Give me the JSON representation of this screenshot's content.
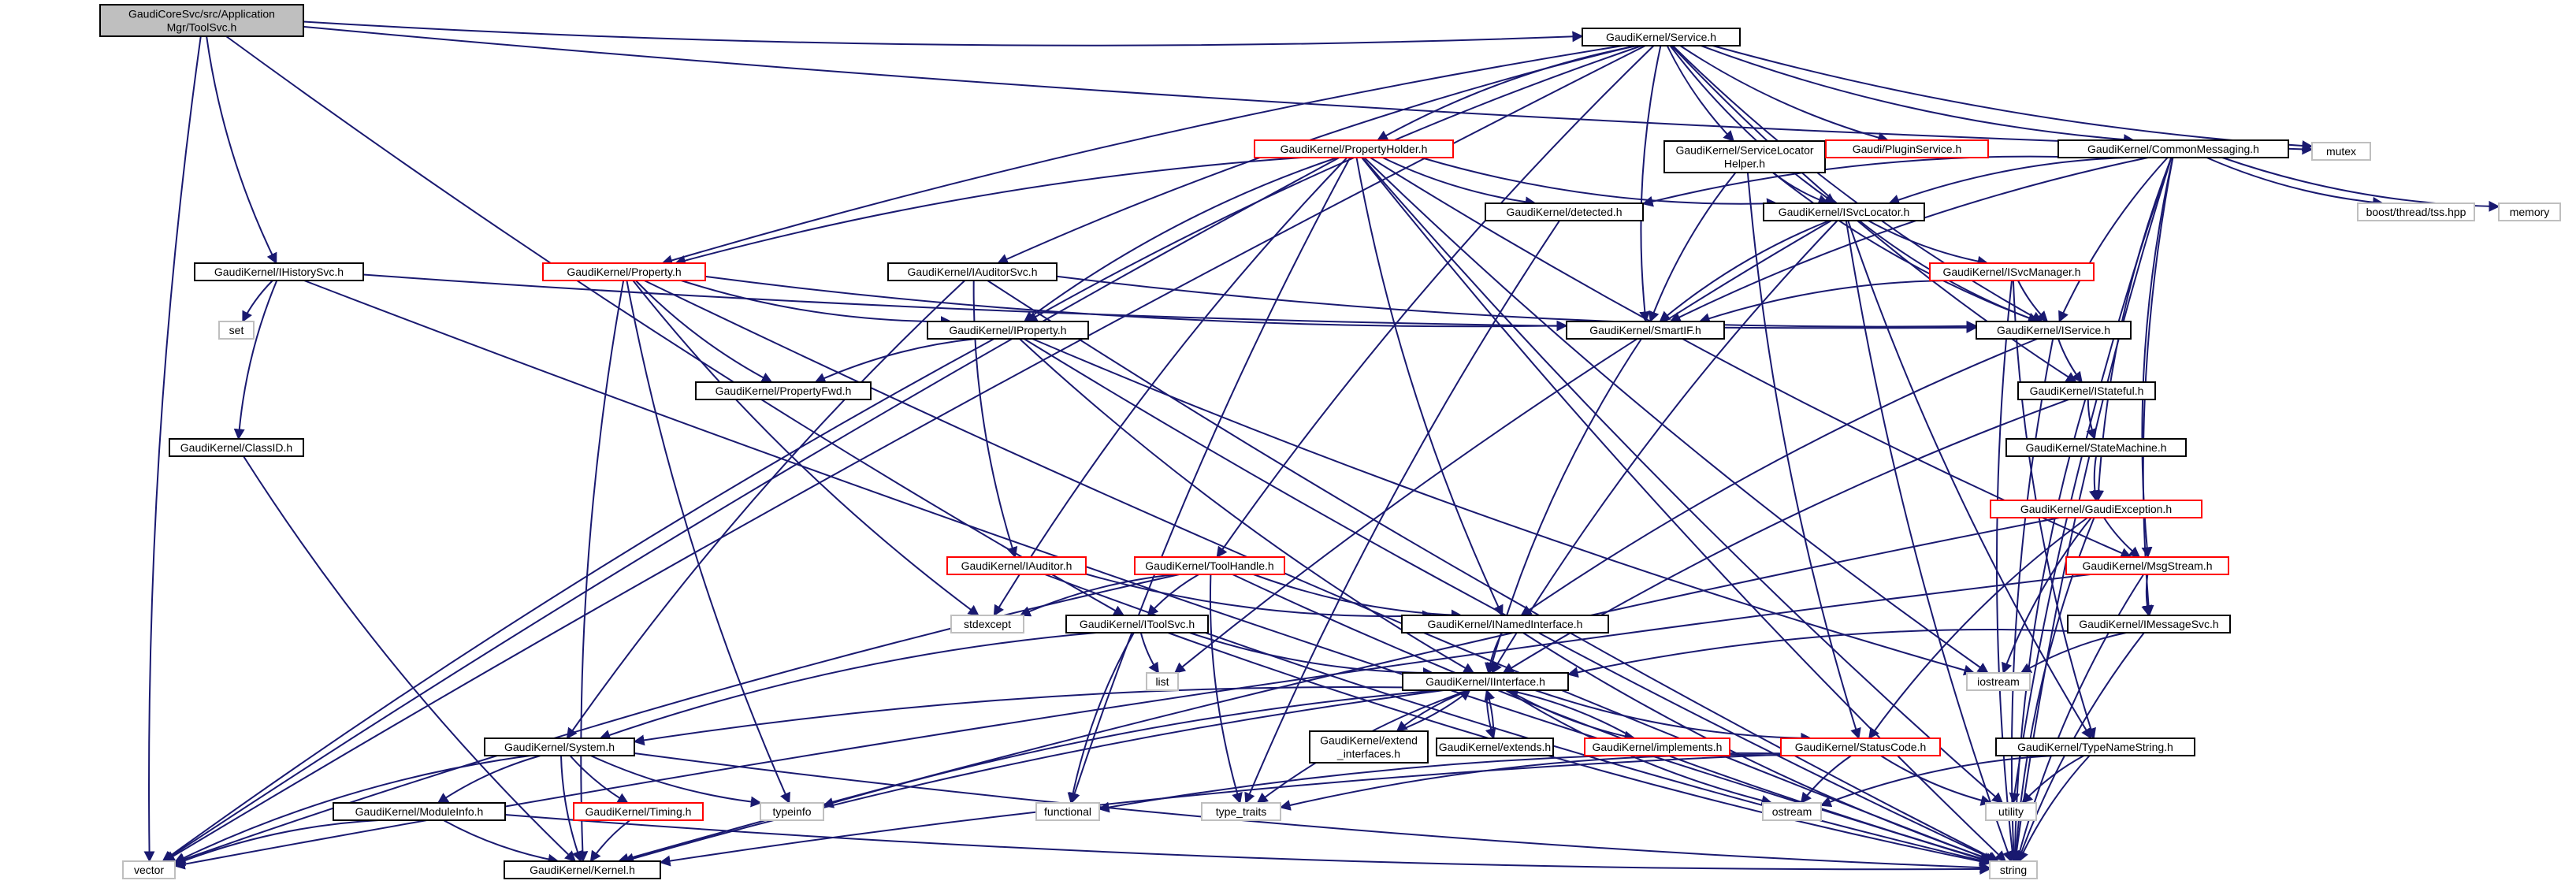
{
  "colors": {
    "edge": "#191970",
    "node_border": "#000000",
    "node_fill": "#ffffff",
    "root_fill": "#bfbfbf",
    "truncated_border": "#ff0000",
    "external_border": "#bfbfbf",
    "text": "#000000"
  },
  "nodes": [
    {
      "id": "root",
      "lines": [
        "GaudiCoreSvc/src/Application",
        "Mgr/ToolSvc.h"
      ],
      "kind": "root"
    },
    {
      "id": "service",
      "lines": [
        "GaudiKernel/Service.h"
      ],
      "kind": "normal"
    },
    {
      "id": "mutex",
      "lines": [
        "mutex"
      ],
      "kind": "external"
    },
    {
      "id": "propholder",
      "lines": [
        "GaudiKernel/PropertyHolder.h"
      ],
      "kind": "truncated"
    },
    {
      "id": "servloc",
      "lines": [
        "GaudiKernel/ServiceLocator",
        "Helper.h"
      ],
      "kind": "normal"
    },
    {
      "id": "pluginsvc",
      "lines": [
        "Gaudi/PluginService.h"
      ],
      "kind": "truncated"
    },
    {
      "id": "commonmsg",
      "lines": [
        "GaudiKernel/CommonMessaging.h"
      ],
      "kind": "normal"
    },
    {
      "id": "detected",
      "lines": [
        "GaudiKernel/detected.h"
      ],
      "kind": "normal"
    },
    {
      "id": "isvcloc",
      "lines": [
        "GaudiKernel/ISvcLocator.h"
      ],
      "kind": "normal"
    },
    {
      "id": "threadtss",
      "lines": [
        "boost/thread/tss.hpp"
      ],
      "kind": "external"
    },
    {
      "id": "memory",
      "lines": [
        "memory"
      ],
      "kind": "external"
    },
    {
      "id": "ihistory",
      "lines": [
        "GaudiKernel/IHistorySvc.h"
      ],
      "kind": "normal"
    },
    {
      "id": "property",
      "lines": [
        "GaudiKernel/Property.h"
      ],
      "kind": "truncated"
    },
    {
      "id": "iauditorsvc",
      "lines": [
        "GaudiKernel/IAuditorSvc.h"
      ],
      "kind": "normal"
    },
    {
      "id": "isvcmgr",
      "lines": [
        "GaudiKernel/ISvcManager.h"
      ],
      "kind": "truncated"
    },
    {
      "id": "set",
      "lines": [
        "set"
      ],
      "kind": "external"
    },
    {
      "id": "iproperty",
      "lines": [
        "GaudiKernel/IProperty.h"
      ],
      "kind": "normal"
    },
    {
      "id": "smartif",
      "lines": [
        "GaudiKernel/SmartIF.h"
      ],
      "kind": "normal"
    },
    {
      "id": "iservice",
      "lines": [
        "GaudiKernel/IService.h"
      ],
      "kind": "normal"
    },
    {
      "id": "propfwd",
      "lines": [
        "GaudiKernel/PropertyFwd.h"
      ],
      "kind": "normal"
    },
    {
      "id": "istateful",
      "lines": [
        "GaudiKernel/IStateful.h"
      ],
      "kind": "normal"
    },
    {
      "id": "classid",
      "lines": [
        "GaudiKernel/ClassID.h"
      ],
      "kind": "normal"
    },
    {
      "id": "statemachine",
      "lines": [
        "GaudiKernel/StateMachine.h"
      ],
      "kind": "normal"
    },
    {
      "id": "gaudiexc",
      "lines": [
        "GaudiKernel/GaudiException.h"
      ],
      "kind": "truncated"
    },
    {
      "id": "iauditor",
      "lines": [
        "GaudiKernel/IAuditor.h"
      ],
      "kind": "truncated"
    },
    {
      "id": "toolhandle",
      "lines": [
        "GaudiKernel/ToolHandle.h"
      ],
      "kind": "truncated"
    },
    {
      "id": "msgstream",
      "lines": [
        "GaudiKernel/MsgStream.h"
      ],
      "kind": "truncated"
    },
    {
      "id": "stdexcept",
      "lines": [
        "stdexcept"
      ],
      "kind": "external"
    },
    {
      "id": "itoolsvc",
      "lines": [
        "GaudiKernel/IToolSvc.h"
      ],
      "kind": "normal"
    },
    {
      "id": "inamed",
      "lines": [
        "GaudiKernel/INamedInterface.h"
      ],
      "kind": "normal"
    },
    {
      "id": "imessagesvc",
      "lines": [
        "GaudiKernel/IMessageSvc.h"
      ],
      "kind": "normal"
    },
    {
      "id": "list",
      "lines": [
        "list"
      ],
      "kind": "external"
    },
    {
      "id": "iostream",
      "lines": [
        "iostream"
      ],
      "kind": "external"
    },
    {
      "id": "iinterface",
      "lines": [
        "GaudiKernel/IInterface.h"
      ],
      "kind": "normal"
    },
    {
      "id": "system",
      "lines": [
        "GaudiKernel/System.h"
      ],
      "kind": "normal"
    },
    {
      "id": "extendif",
      "lines": [
        "GaudiKernel/extend",
        "_interfaces.h"
      ],
      "kind": "normal"
    },
    {
      "id": "extends",
      "lines": [
        "GaudiKernel/extends.h"
      ],
      "kind": "normal"
    },
    {
      "id": "implements",
      "lines": [
        "GaudiKernel/implements.h"
      ],
      "kind": "truncated"
    },
    {
      "id": "statuscode",
      "lines": [
        "GaudiKernel/StatusCode.h"
      ],
      "kind": "truncated"
    },
    {
      "id": "typenamestr",
      "lines": [
        "GaudiKernel/TypeNameString.h"
      ],
      "kind": "normal"
    },
    {
      "id": "moduleinfo",
      "lines": [
        "GaudiKernel/ModuleInfo.h"
      ],
      "kind": "normal"
    },
    {
      "id": "timing",
      "lines": [
        "GaudiKernel/Timing.h"
      ],
      "kind": "truncated"
    },
    {
      "id": "typeinfo",
      "lines": [
        "typeinfo"
      ],
      "kind": "external"
    },
    {
      "id": "functional",
      "lines": [
        "functional"
      ],
      "kind": "external"
    },
    {
      "id": "typetraits",
      "lines": [
        "type_traits"
      ],
      "kind": "external"
    },
    {
      "id": "ostream",
      "lines": [
        "ostream"
      ],
      "kind": "external"
    },
    {
      "id": "utility",
      "lines": [
        "utility"
      ],
      "kind": "external"
    },
    {
      "id": "vector",
      "lines": [
        "vector"
      ],
      "kind": "external"
    },
    {
      "id": "kernel",
      "lines": [
        "GaudiKernel/Kernel.h"
      ],
      "kind": "normal"
    },
    {
      "id": "string",
      "lines": [
        "string"
      ],
      "kind": "external"
    }
  ],
  "edges": [
    [
      "root",
      "service"
    ],
    [
      "root",
      "vector"
    ],
    [
      "root",
      "ihistory"
    ],
    [
      "root",
      "itoolsvc"
    ],
    [
      "root",
      "mutex"
    ],
    [
      "service",
      "propholder"
    ],
    [
      "service",
      "servloc"
    ],
    [
      "service",
      "pluginsvc"
    ],
    [
      "service",
      "commonmsg"
    ],
    [
      "service",
      "mutex"
    ],
    [
      "service",
      "isvcloc"
    ],
    [
      "service",
      "smartif"
    ],
    [
      "service",
      "iservice"
    ],
    [
      "service",
      "istateful"
    ],
    [
      "service",
      "property"
    ],
    [
      "service",
      "iauditorsvc"
    ],
    [
      "service",
      "toolhandle"
    ],
    [
      "service",
      "iproperty"
    ],
    [
      "service",
      "vector"
    ],
    [
      "propholder",
      "detected"
    ],
    [
      "propholder",
      "isvcloc"
    ],
    [
      "propholder",
      "property"
    ],
    [
      "propholder",
      "iproperty"
    ],
    [
      "propholder",
      "stdexcept"
    ],
    [
      "propholder",
      "inamed"
    ],
    [
      "propholder",
      "msgstream"
    ],
    [
      "propholder",
      "iostream"
    ],
    [
      "propholder",
      "string"
    ],
    [
      "propholder",
      "utility"
    ],
    [
      "propholder",
      "vector"
    ],
    [
      "propholder",
      "functional"
    ],
    [
      "servloc",
      "isvcloc"
    ],
    [
      "servloc",
      "smartif"
    ],
    [
      "servloc",
      "iservice"
    ],
    [
      "servloc",
      "statuscode"
    ],
    [
      "commonmsg",
      "detected"
    ],
    [
      "commonmsg",
      "isvcloc"
    ],
    [
      "commonmsg",
      "smartif"
    ],
    [
      "commonmsg",
      "iservice"
    ],
    [
      "commonmsg",
      "threadtss"
    ],
    [
      "commonmsg",
      "memory"
    ],
    [
      "commonmsg",
      "gaudiexc"
    ],
    [
      "commonmsg",
      "msgstream"
    ],
    [
      "commonmsg",
      "imessagesvc"
    ],
    [
      "commonmsg",
      "utility"
    ],
    [
      "commonmsg",
      "string"
    ],
    [
      "detected",
      "typetraits"
    ],
    [
      "isvcloc",
      "isvcmgr"
    ],
    [
      "isvcloc",
      "smartif"
    ],
    [
      "isvcloc",
      "iservice"
    ],
    [
      "isvcloc",
      "iinterface"
    ],
    [
      "isvcloc",
      "list"
    ],
    [
      "isvcloc",
      "typenamestr"
    ],
    [
      "isvcloc",
      "string"
    ],
    [
      "isvcmgr",
      "iservice"
    ],
    [
      "isvcmgr",
      "smartif"
    ],
    [
      "isvcmgr",
      "typenamestr"
    ],
    [
      "isvcmgr",
      "string"
    ],
    [
      "ihistory",
      "set"
    ],
    [
      "ihistory",
      "classid"
    ],
    [
      "ihistory",
      "iservice"
    ],
    [
      "ihistory",
      "string"
    ],
    [
      "property",
      "iproperty"
    ],
    [
      "property",
      "propfwd"
    ],
    [
      "property",
      "stdexcept"
    ],
    [
      "property",
      "typeinfo"
    ],
    [
      "property",
      "string"
    ],
    [
      "property",
      "kernel"
    ],
    [
      "property",
      "smartif"
    ],
    [
      "iauditorsvc",
      "iservice"
    ],
    [
      "iauditorsvc",
      "iauditor"
    ],
    [
      "iauditorsvc",
      "system"
    ],
    [
      "iauditorsvc",
      "string"
    ],
    [
      "iproperty",
      "propfwd"
    ],
    [
      "iproperty",
      "iinterface"
    ],
    [
      "iproperty",
      "string"
    ],
    [
      "iproperty",
      "vector"
    ],
    [
      "iproperty",
      "iostream"
    ],
    [
      "smartif",
      "iinterface"
    ],
    [
      "iservice",
      "istateful"
    ],
    [
      "iservice",
      "inamed"
    ],
    [
      "iservice",
      "string"
    ],
    [
      "istateful",
      "statemachine"
    ],
    [
      "istateful",
      "iinterface"
    ],
    [
      "istateful",
      "string"
    ],
    [
      "statemachine",
      "gaudiexc"
    ],
    [
      "gaudiexc",
      "msgstream"
    ],
    [
      "gaudiexc",
      "statuscode"
    ],
    [
      "gaudiexc",
      "iostream"
    ],
    [
      "gaudiexc",
      "kernel"
    ],
    [
      "gaudiexc",
      "string"
    ],
    [
      "classid",
      "kernel"
    ],
    [
      "iauditor",
      "inamed"
    ],
    [
      "iauditor",
      "string"
    ],
    [
      "toolhandle",
      "itoolsvc"
    ],
    [
      "toolhandle",
      "inamed"
    ],
    [
      "toolhandle",
      "stdexcept"
    ],
    [
      "toolhandle",
      "typetraits"
    ],
    [
      "toolhandle",
      "vector"
    ],
    [
      "toolhandle",
      "string"
    ],
    [
      "msgstream",
      "imessagesvc"
    ],
    [
      "msgstream",
      "string"
    ],
    [
      "msgstream",
      "vector"
    ],
    [
      "itoolsvc",
      "iinterface"
    ],
    [
      "itoolsvc",
      "system"
    ],
    [
      "itoolsvc",
      "list"
    ],
    [
      "itoolsvc",
      "functional"
    ],
    [
      "itoolsvc",
      "string"
    ],
    [
      "inamed",
      "iinterface"
    ],
    [
      "inamed",
      "string"
    ],
    [
      "imessagesvc",
      "iinterface"
    ],
    [
      "imessagesvc",
      "iostream"
    ],
    [
      "imessagesvc",
      "string"
    ],
    [
      "iinterface",
      "system"
    ],
    [
      "iinterface",
      "extendif"
    ],
    [
      "iinterface",
      "extends"
    ],
    [
      "iinterface",
      "implements"
    ],
    [
      "iinterface",
      "statuscode"
    ],
    [
      "iinterface",
      "typeinfo"
    ],
    [
      "iinterface",
      "typetraits"
    ],
    [
      "iinterface",
      "ostream"
    ],
    [
      "iinterface",
      "kernel"
    ],
    [
      "extendif",
      "iinterface"
    ],
    [
      "extends",
      "iinterface"
    ],
    [
      "implements",
      "iinterface"
    ],
    [
      "system",
      "moduleinfo"
    ],
    [
      "system",
      "timing"
    ],
    [
      "system",
      "kernel"
    ],
    [
      "system",
      "string"
    ],
    [
      "system",
      "vector"
    ],
    [
      "system",
      "typeinfo"
    ],
    [
      "moduleinfo",
      "kernel"
    ],
    [
      "moduleinfo",
      "string"
    ],
    [
      "moduleinfo",
      "vector"
    ],
    [
      "timing",
      "kernel"
    ],
    [
      "statuscode",
      "ostream"
    ],
    [
      "statuscode",
      "utility"
    ],
    [
      "statuscode",
      "kernel"
    ],
    [
      "statuscode",
      "functional"
    ],
    [
      "statuscode",
      "typetraits"
    ],
    [
      "typenamestr",
      "ostream"
    ],
    [
      "typenamestr",
      "string"
    ],
    [
      "typenamestr",
      "utility"
    ]
  ]
}
